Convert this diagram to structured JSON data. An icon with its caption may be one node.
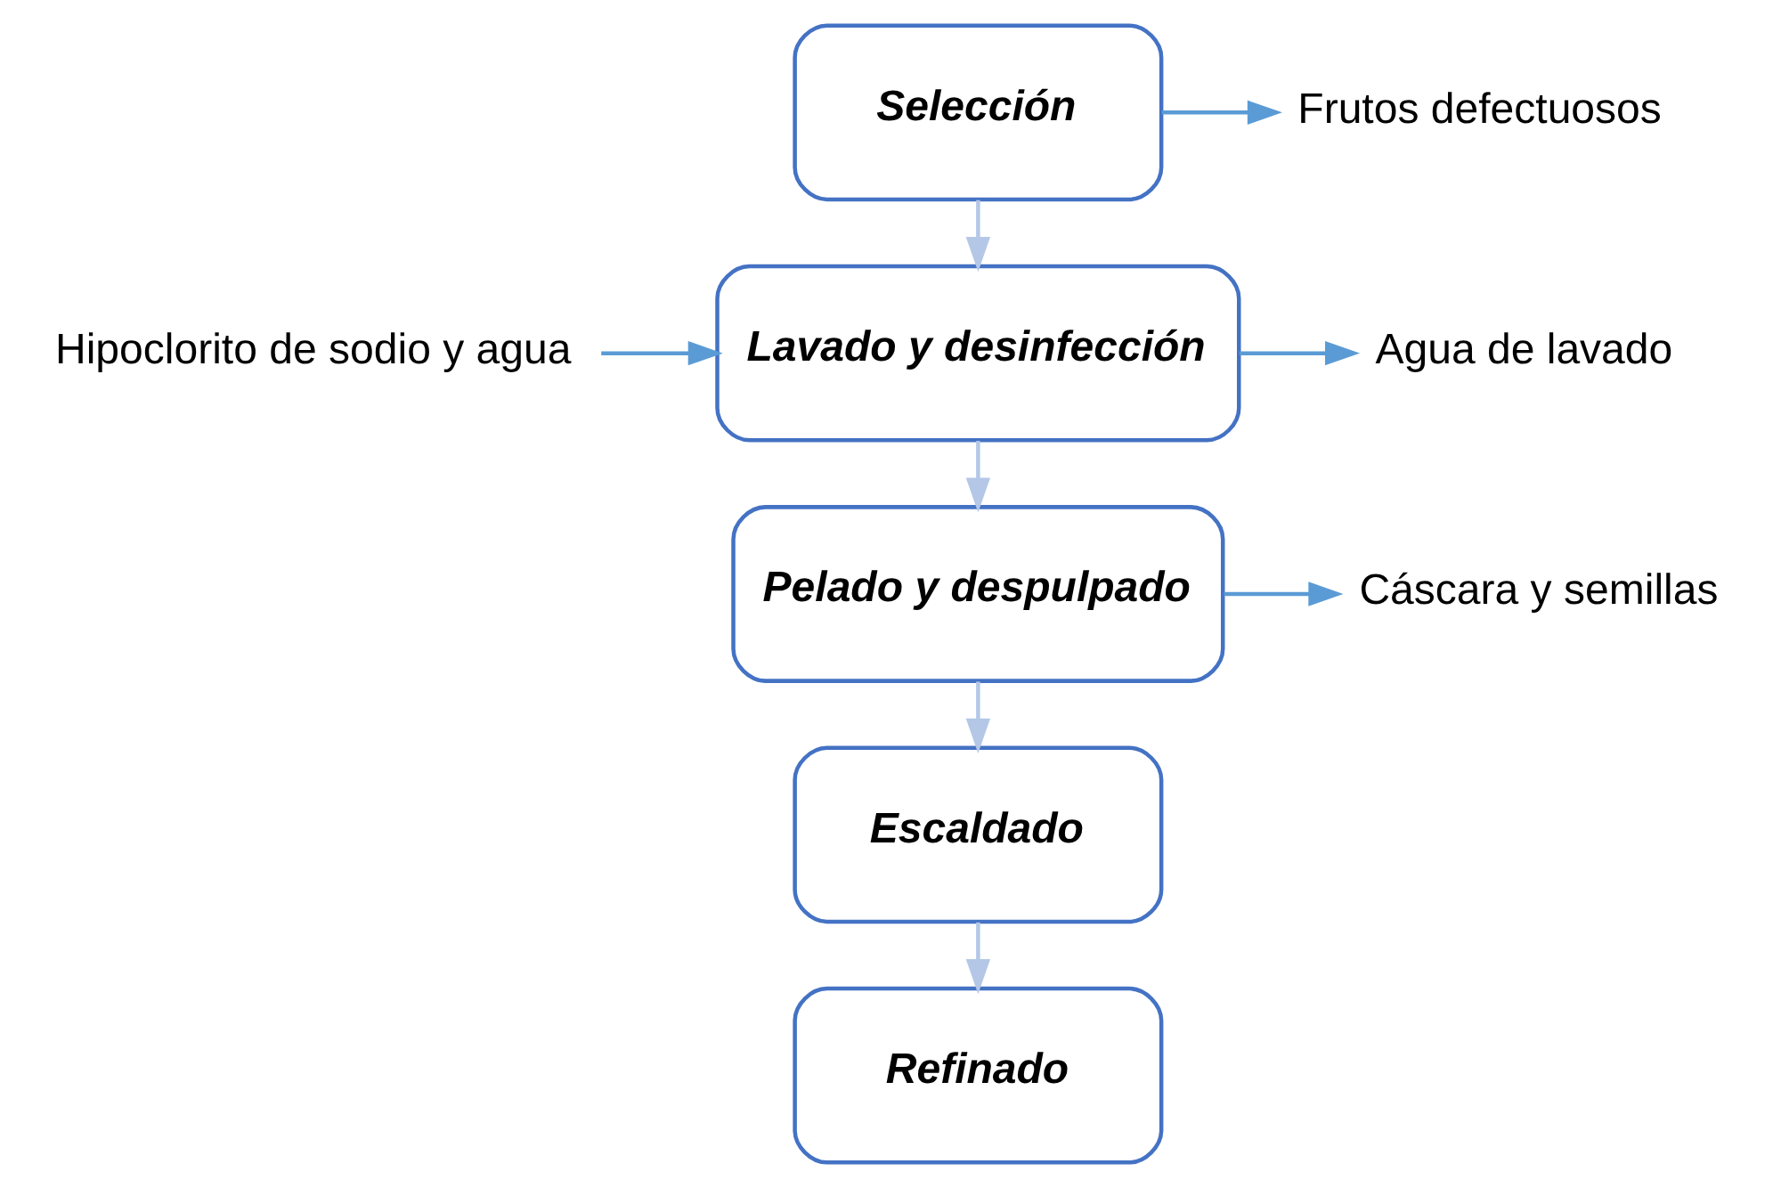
{
  "diagram": {
    "nodes": [
      {
        "text": [
          "Selección"
        ]
      },
      {
        "text": [
          "Lavado y desinfección"
        ]
      },
      {
        "text": [
          "Pelado y despulpado"
        ]
      },
      {
        "text": [
          "Escaldado"
        ]
      },
      {
        "text": [
          "Refinado"
        ]
      },
      {
        "text": [
          "Frutos defectuosos"
        ]
      },
      {
        "text": [
          "Hipoclorito de sodio y agua"
        ]
      },
      {
        "text": [
          "Agua de lavado"
        ]
      },
      {
        "text": [
          "Cáscara y semillas"
        ]
      }
    ],
    "edges": [
      {
        "from": 0,
        "to": 1,
        "arrow": "to",
        "color": "#b4c7e7"
      },
      {
        "from": 1,
        "to": 2,
        "arrow": "to",
        "color": "#b4c7e7"
      },
      {
        "from": 2,
        "to": 3,
        "arrow": "to",
        "color": "#b4c7e7"
      },
      {
        "from": 3,
        "to": 4,
        "arrow": "to",
        "color": "#b4c7e7"
      },
      {
        "from": 0,
        "to": 5,
        "arrow": "to",
        "color": "#5b9bd5"
      },
      {
        "from": 6,
        "to": 1,
        "arrow": "to",
        "color": "#5b9bd5"
      },
      {
        "from": 1,
        "to": 7,
        "arrow": "to",
        "color": "#5b9bd5"
      },
      {
        "from": 2,
        "to": 8,
        "arrow": "to",
        "color": "#5b9bd5"
      }
    ]
  }
}
